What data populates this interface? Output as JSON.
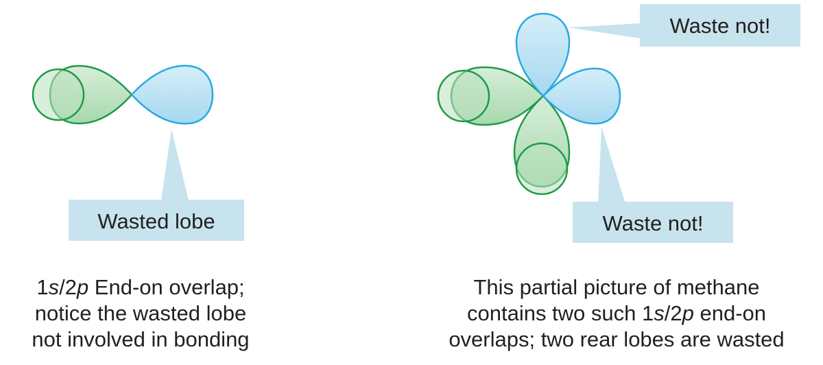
{
  "callouts": {
    "wasted_lobe": "Wasted lobe",
    "waste_not_top": "Waste not!",
    "waste_not_bottom": "Waste not!"
  },
  "captions": {
    "left": [
      {
        "pre": "1",
        "s": "s",
        "slash": "/2",
        "p": "p",
        "post": " End-on overlap;"
      },
      {
        "text": "notice the wasted lobe"
      },
      {
        "text": "not involved in bonding"
      }
    ],
    "right": [
      {
        "text": "This partial picture of methane"
      },
      {
        "pre": "contains two such 1",
        "s": "s",
        "slash": "/2",
        "p": "p",
        "post": " end-on"
      },
      {
        "text": "overlaps; two rear lobes are wasted"
      }
    ]
  },
  "colors": {
    "green_fill": "#b9e0bd",
    "green_stroke": "#1f9a48",
    "blue_fill": "#b8e0f4",
    "blue_stroke": "#2aa9df",
    "callout_fill": "#c7e3ed"
  }
}
